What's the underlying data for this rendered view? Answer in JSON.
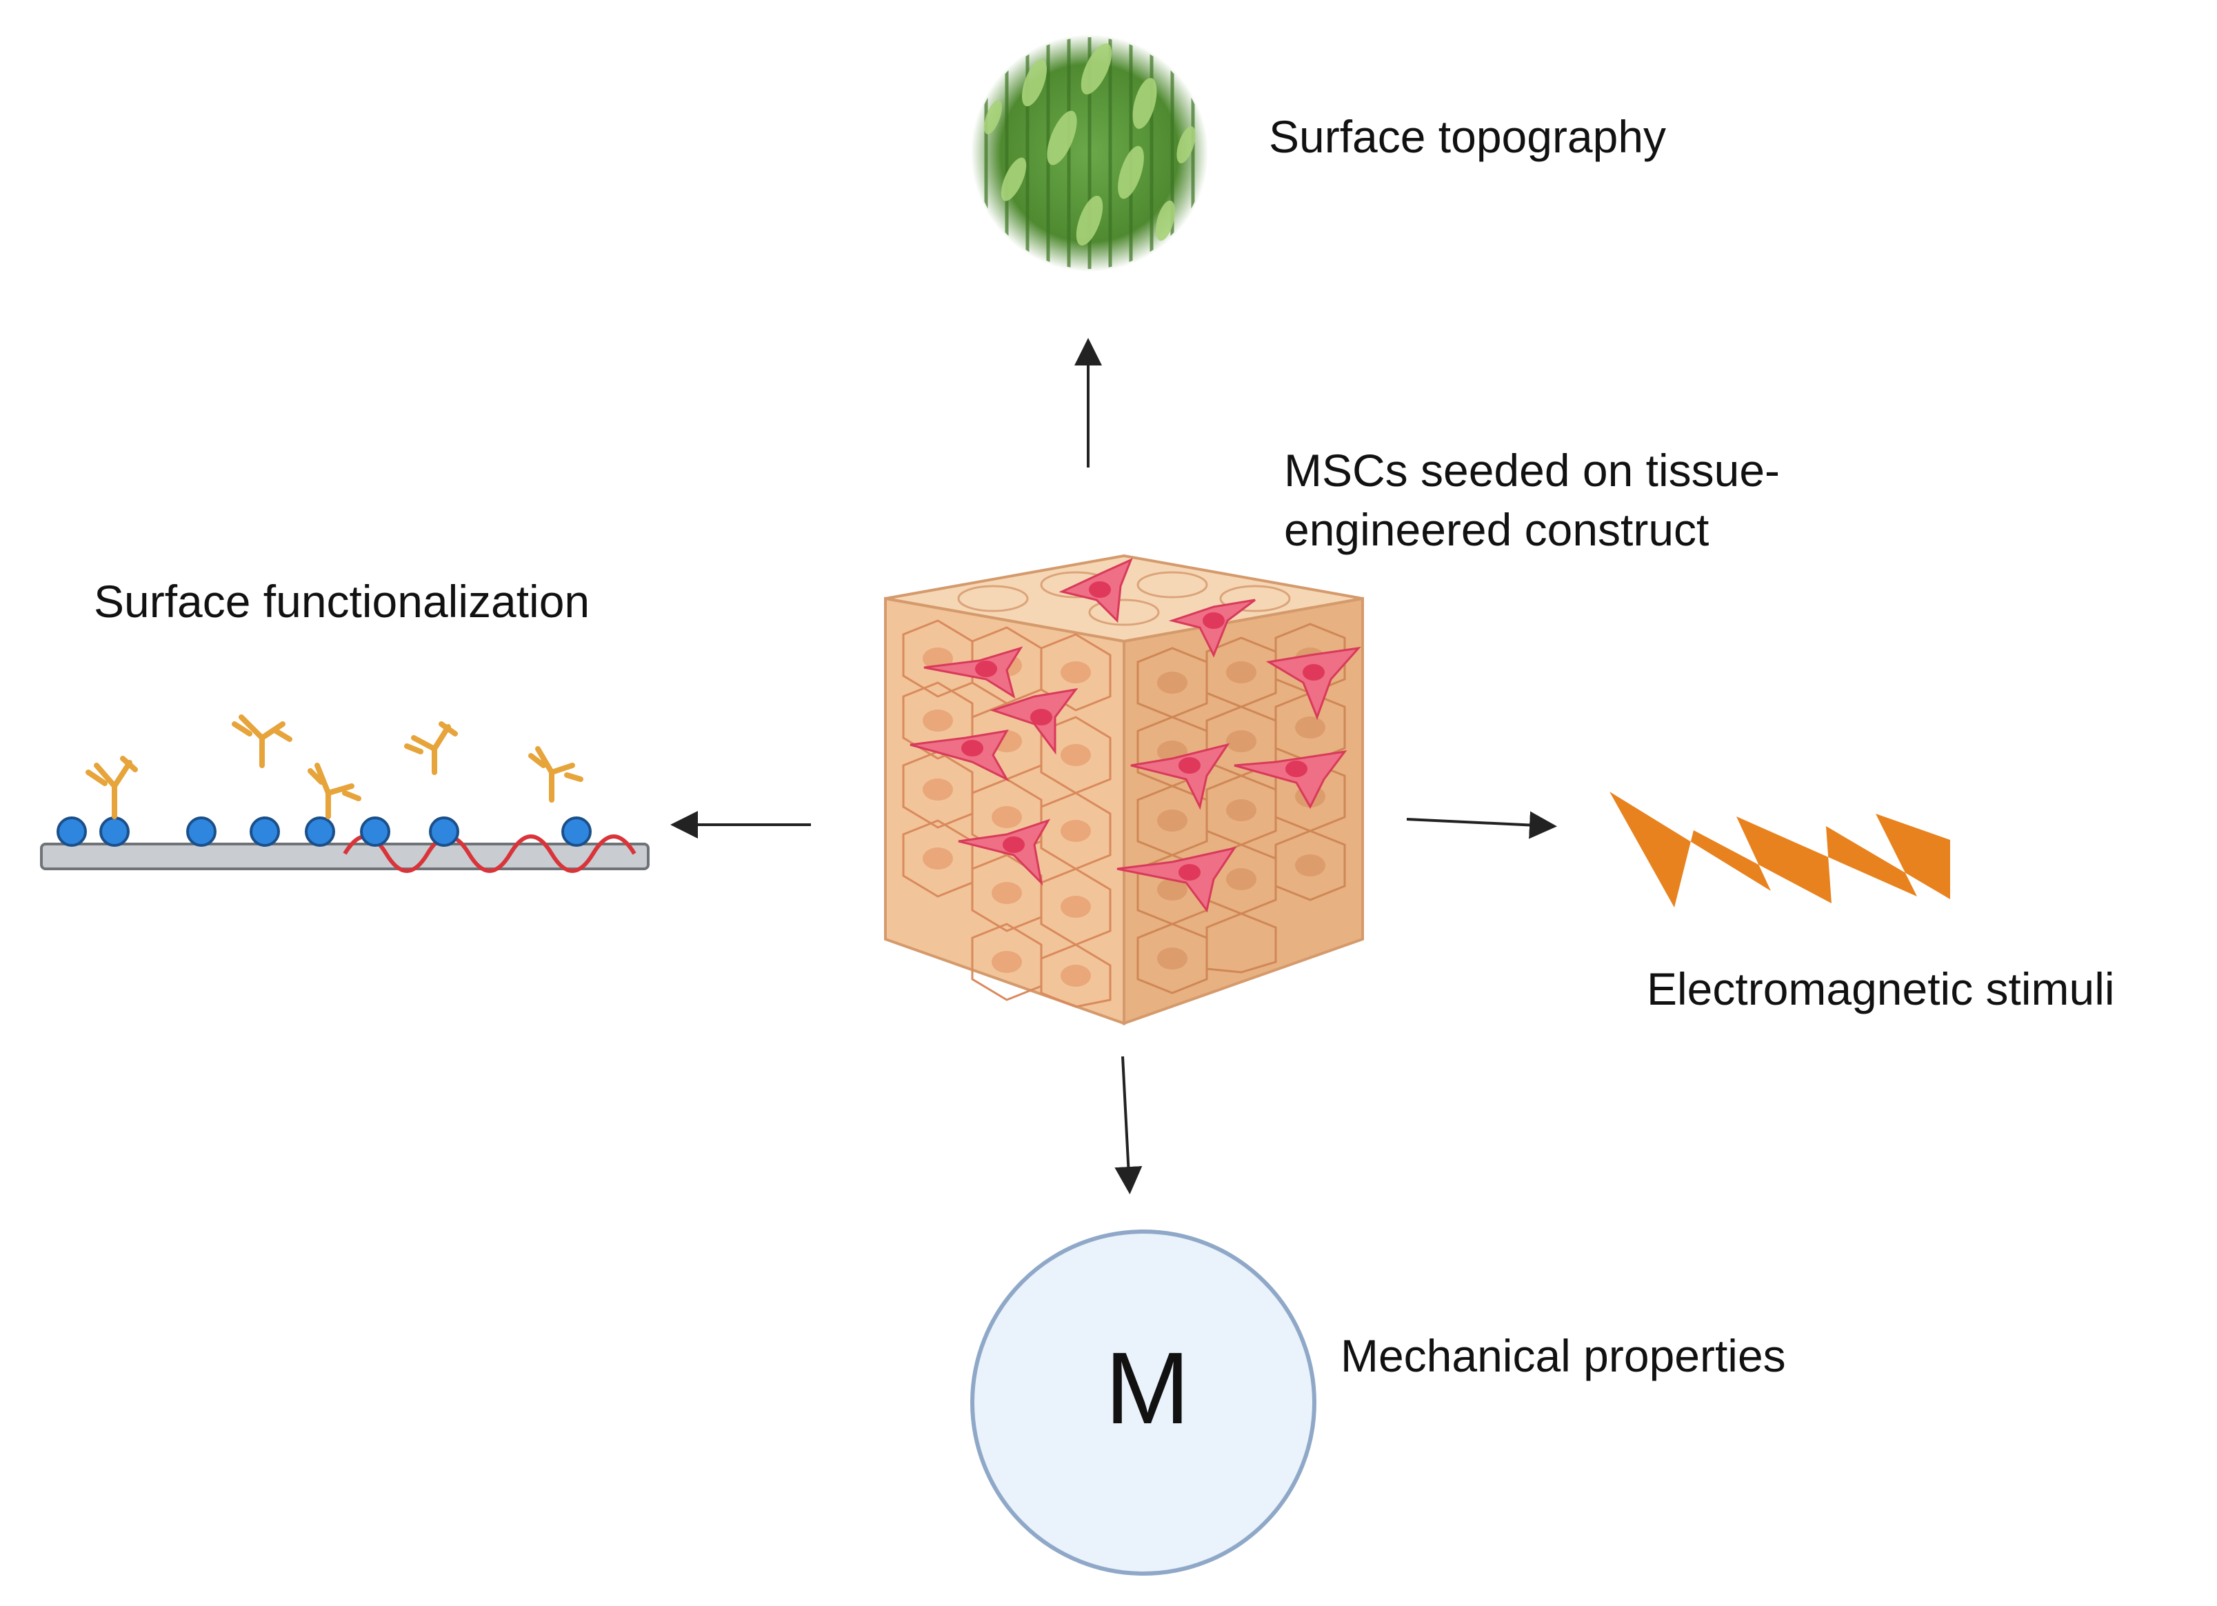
{
  "labels": {
    "surface_topography": "Surface topography",
    "construct_line1": "MSCs seeded on tissue-",
    "construct_line2": "engineered construct",
    "surface_functionalization": "Surface functionalization",
    "electromagnetic_stimuli": "Electromagnetic stimuli",
    "mechanical_properties": "Mechanical properties",
    "mechanical_symbol": "M"
  },
  "colors": {
    "topography_green": "#5f9a3a",
    "cube_front": "#f2c49a",
    "cube_side": "#e8b182",
    "cube_top": "#f6d7b5",
    "cell_outline": "#d98a5c",
    "msc_pink": "#ee6f86",
    "antibody_orange": "#e6a43a",
    "bead_blue": "#2e86de",
    "wave_red": "#d9343a",
    "bolt_orange": "#e8821e",
    "mech_circle_fill": "#eaf2fb",
    "mech_circle_stroke": "#8fa8c8",
    "arrow": "#222222"
  }
}
